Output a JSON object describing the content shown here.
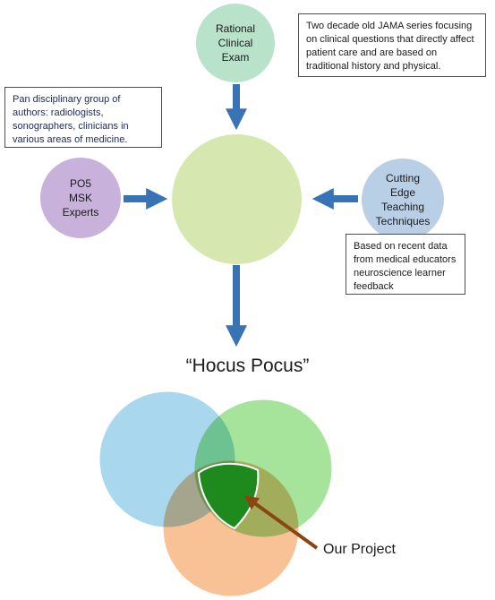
{
  "nodes": {
    "rational": {
      "label": "Rational\nClinical\nExam",
      "color": "#b9e2cb"
    },
    "po5": {
      "label": "PO5\nMSK\nExperts",
      "color": "#c8b2dc"
    },
    "cutting": {
      "label": "Cutting\nEdge\nTeaching\nTechniques",
      "color": "#b8cfe6"
    },
    "center": {
      "label": "",
      "color": "#d6e8b0"
    }
  },
  "notes": {
    "jama": "Two decade old JAMA series focusing on clinical questions that directly affect patient care and are based on traditional history and physical.",
    "pan": "Pan disciplinary group of authors: radiologists, sonographers, clinicians in various areas of medicine.",
    "recent": "Based on recent data from medical educators neuroscience learner feedback"
  },
  "result_title": "“Hocus Pocus”",
  "venn": {
    "label": "Our Project",
    "colors": {
      "blue": "#a9d8ee",
      "green": "#a6e49b",
      "orange": "#f9c296",
      "overlap": "#1e8a1e",
      "arrow": "#8b4513",
      "flow_arrow": "#3873b6"
    }
  }
}
